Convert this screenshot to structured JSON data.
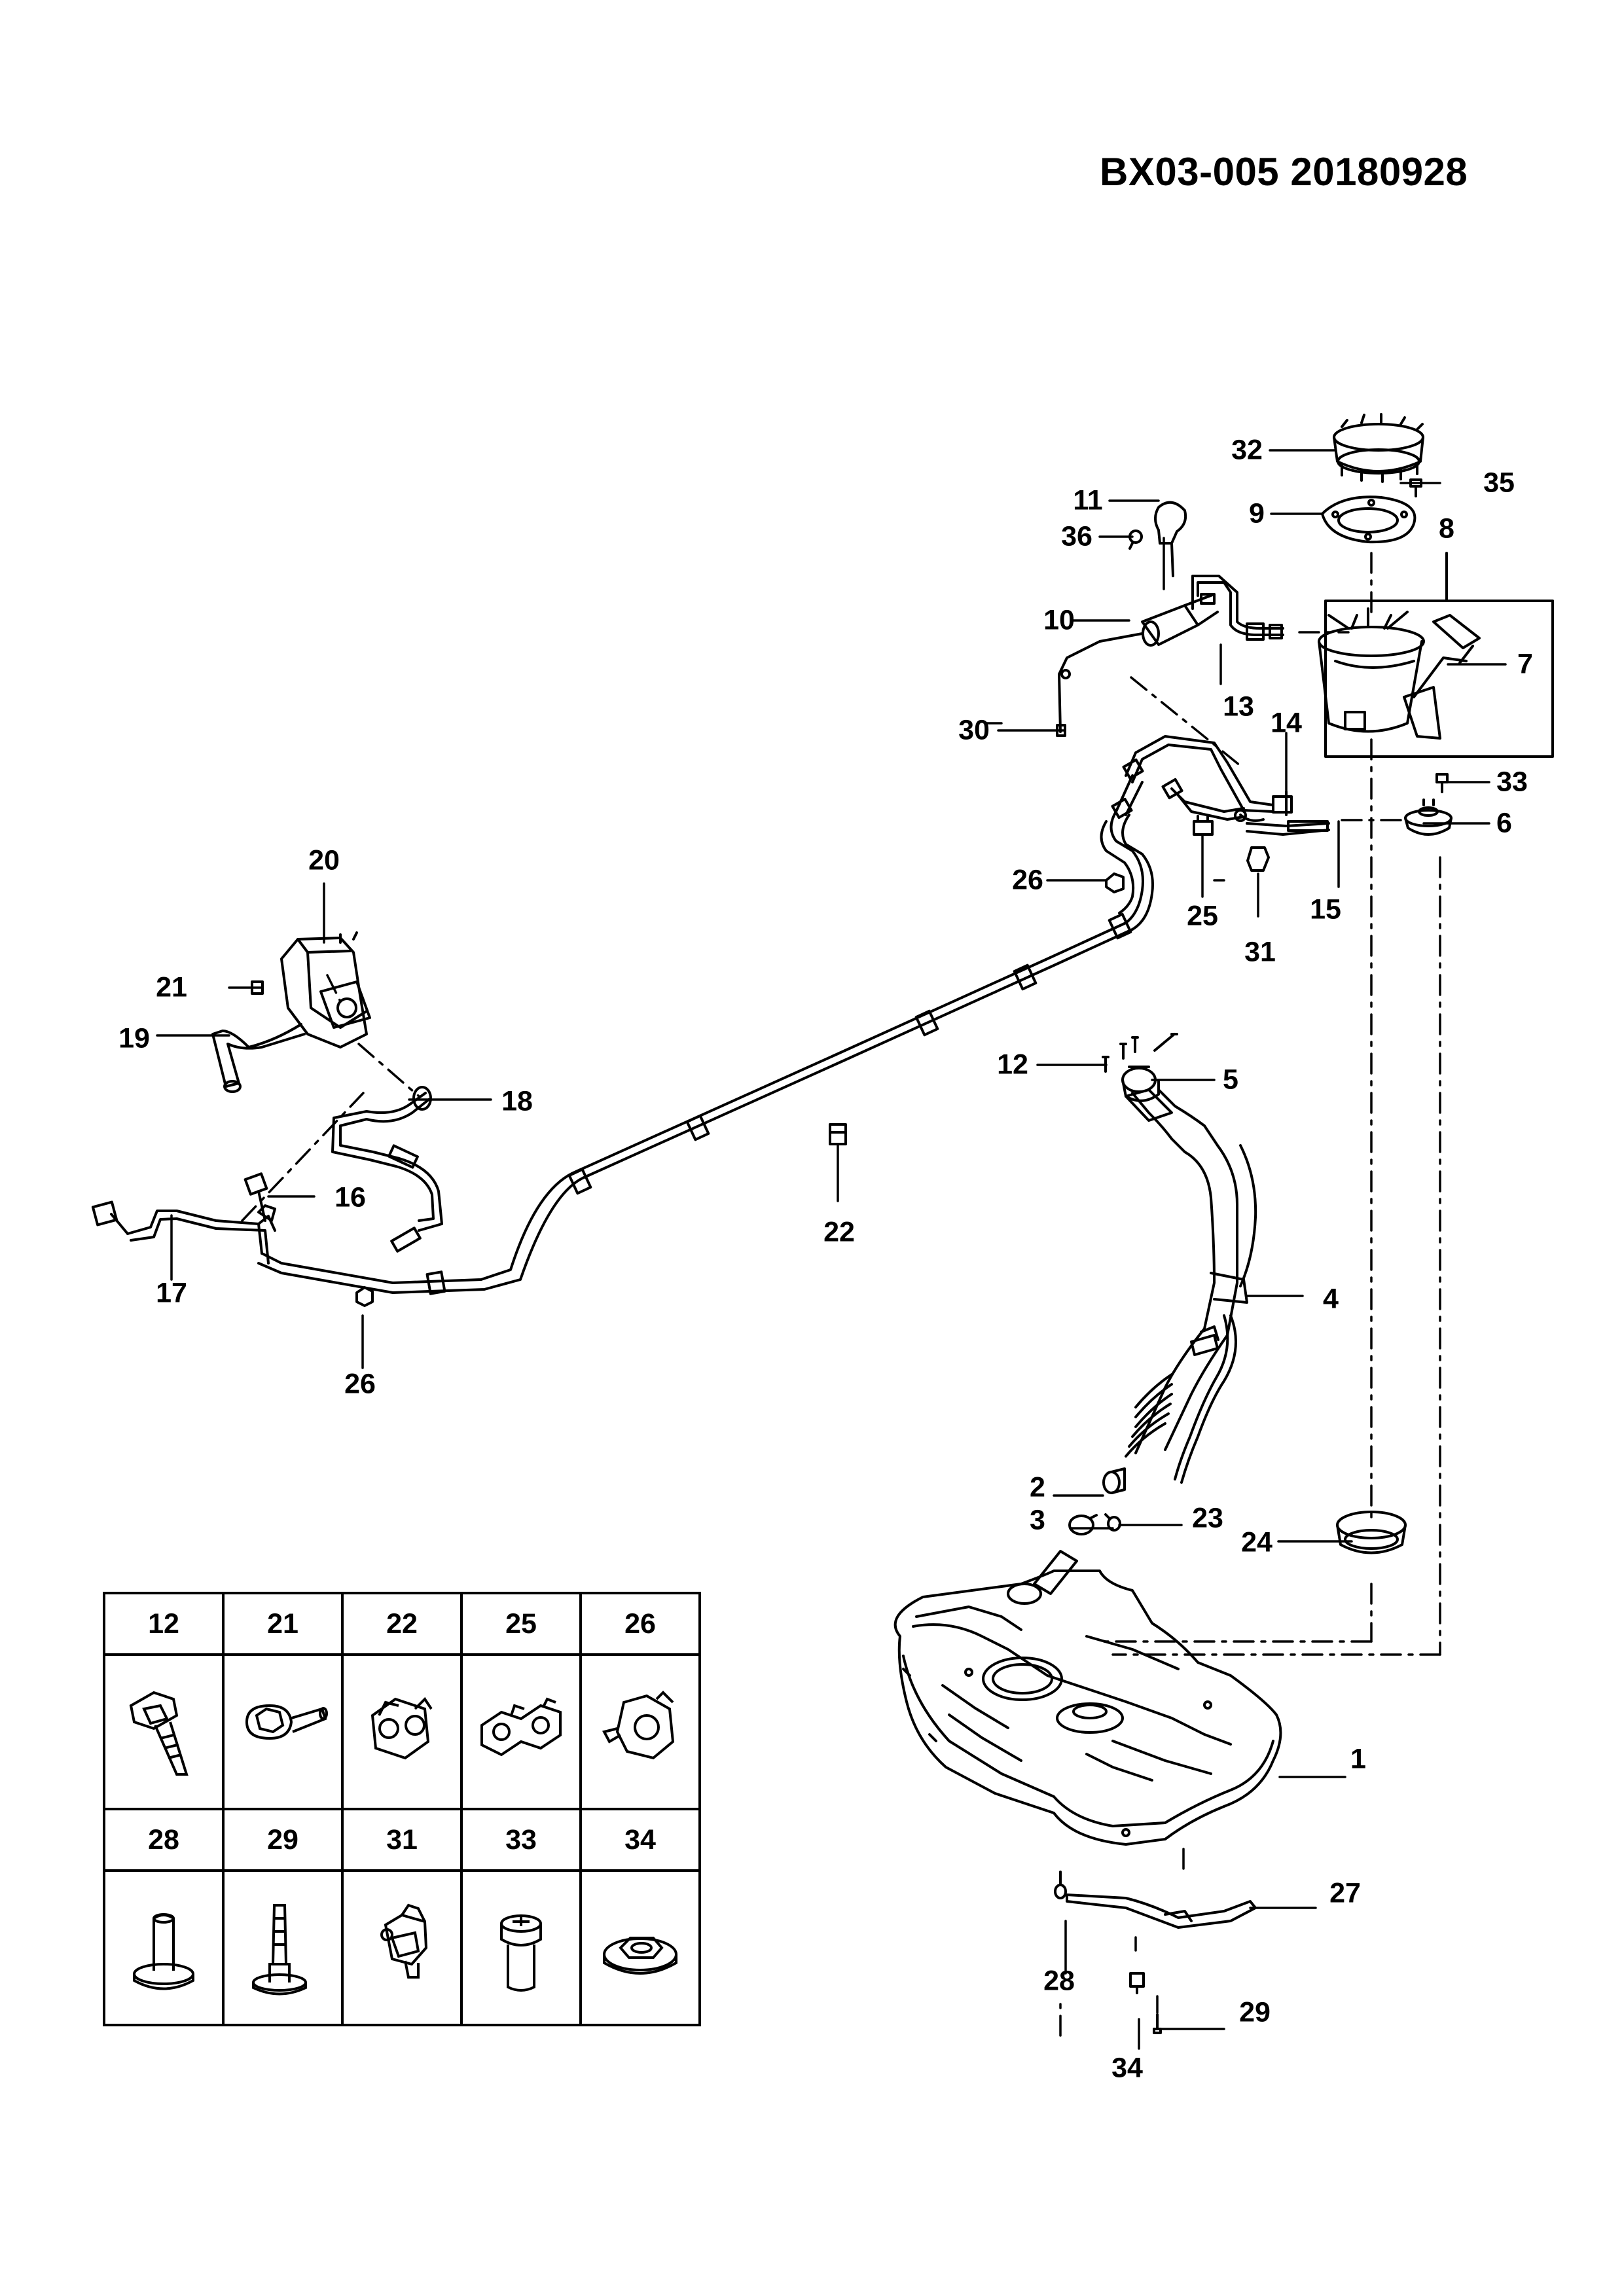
{
  "header": {
    "reference": "BX03-005 20180928"
  },
  "callouts": {
    "c1": "1",
    "c2": "2",
    "c3": "3",
    "c4": "4",
    "c5": "5",
    "c6": "6",
    "c7": "7",
    "c8": "8",
    "c9": "9",
    "c10": "10",
    "c11": "11",
    "c12": "12",
    "c13": "13",
    "c14": "14",
    "c15": "15",
    "c16": "16",
    "c17": "17",
    "c18": "18",
    "c19": "19",
    "c20": "20",
    "c21": "21",
    "c22": "22",
    "c23": "23",
    "c24": "24",
    "c25": "25",
    "c26a": "26",
    "c26b": "26",
    "c27": "27",
    "c28": "28",
    "c29": "29",
    "c30": "30",
    "c31": "31",
    "c32": "32",
    "c33": "33",
    "c34": "34",
    "c35": "35",
    "c36": "36"
  },
  "fastener_table": {
    "row1": [
      "12",
      "21",
      "22",
      "25",
      "26"
    ],
    "row2": [
      "28",
      "29",
      "31",
      "33",
      "34"
    ],
    "icons_row1": [
      "flange-bolt-icon",
      "hex-bolt-icon",
      "pipe-clip-icon",
      "double-clip-icon",
      "push-clip-icon"
    ],
    "icons_row2": [
      "push-pin-icon",
      "stud-bolt-icon",
      "connector-clip-icon",
      "hex-screw-icon",
      "flange-nut-icon"
    ]
  }
}
